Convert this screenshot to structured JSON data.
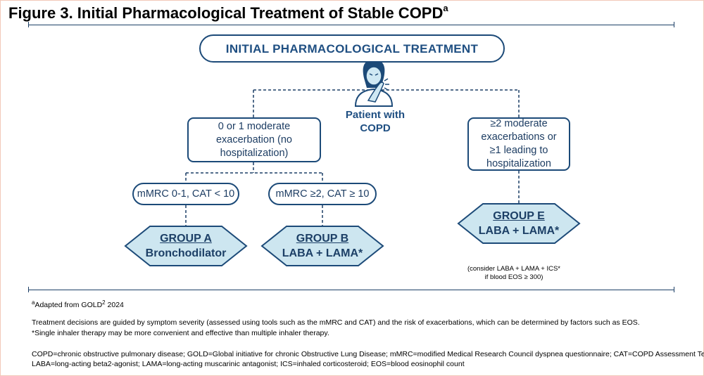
{
  "figure": {
    "title": "Figure 3. Initial Pharmacological Treatment of Stable COPD",
    "title_superscript": "a"
  },
  "diagram": {
    "main_box": "INITIAL PHARMACOLOGICAL TREATMENT",
    "patient_label_line1": "Patient with",
    "patient_label_line2": "COPD",
    "left_branch": {
      "line1": "0 or 1 moderate",
      "line2": "exacerbation (no",
      "line3": "hospitalization)"
    },
    "right_branch": {
      "line1": "≥2 moderate",
      "line2": "exacerbations or",
      "line3": "≥1 leading to",
      "line4": "hospitalization"
    },
    "criteria_a": "mMRC 0-1, CAT < 10",
    "criteria_b": "mMRC ≥2, CAT ≥ 10",
    "group_a": {
      "name": "GROUP A",
      "treatment": "Bronchodilator"
    },
    "group_b": {
      "name": "GROUP B",
      "treatment": "LABA + LAMA*"
    },
    "group_e": {
      "name": "GROUP E",
      "treatment": "LABA + LAMA*"
    },
    "group_e_note_line1": "(consider LABA + LAMA + ICS*",
    "group_e_note_line2": "if blood EOS ≥ 300)"
  },
  "footnotes": {
    "adapted_marker": "a",
    "adapted_text": "Adapted from GOLD",
    "adapted_sup": "2",
    "adapted_year": " 2024",
    "note1": "Treatment decisions are guided by symptom severity (assessed using tools such as the mMRC and CAT) and the risk of exacerbations, which can be determined by factors such as EOS.",
    "note2": "*Single inhaler therapy may be more convenient and effective than multiple inhaler therapy.",
    "abbr1": "COPD=chronic obstructive pulmonary disease; GOLD=Global initiative for chronic Obstructive Lung Disease; mMRC=modified Medical Research Council dyspnea questionnaire; CAT=COPD Assessment Test™;",
    "abbr2": "LABA=long-acting beta2-agonist; LAMA=long-acting muscarinic antagonist; ICS=inhaled corticosteroid; EOS=blood eosinophil count"
  },
  "colors": {
    "navy": "#1c3f66",
    "border": "#1c4a78",
    "hex_fill": "#cde6f0",
    "patient_face": "#cfe8f3"
  }
}
